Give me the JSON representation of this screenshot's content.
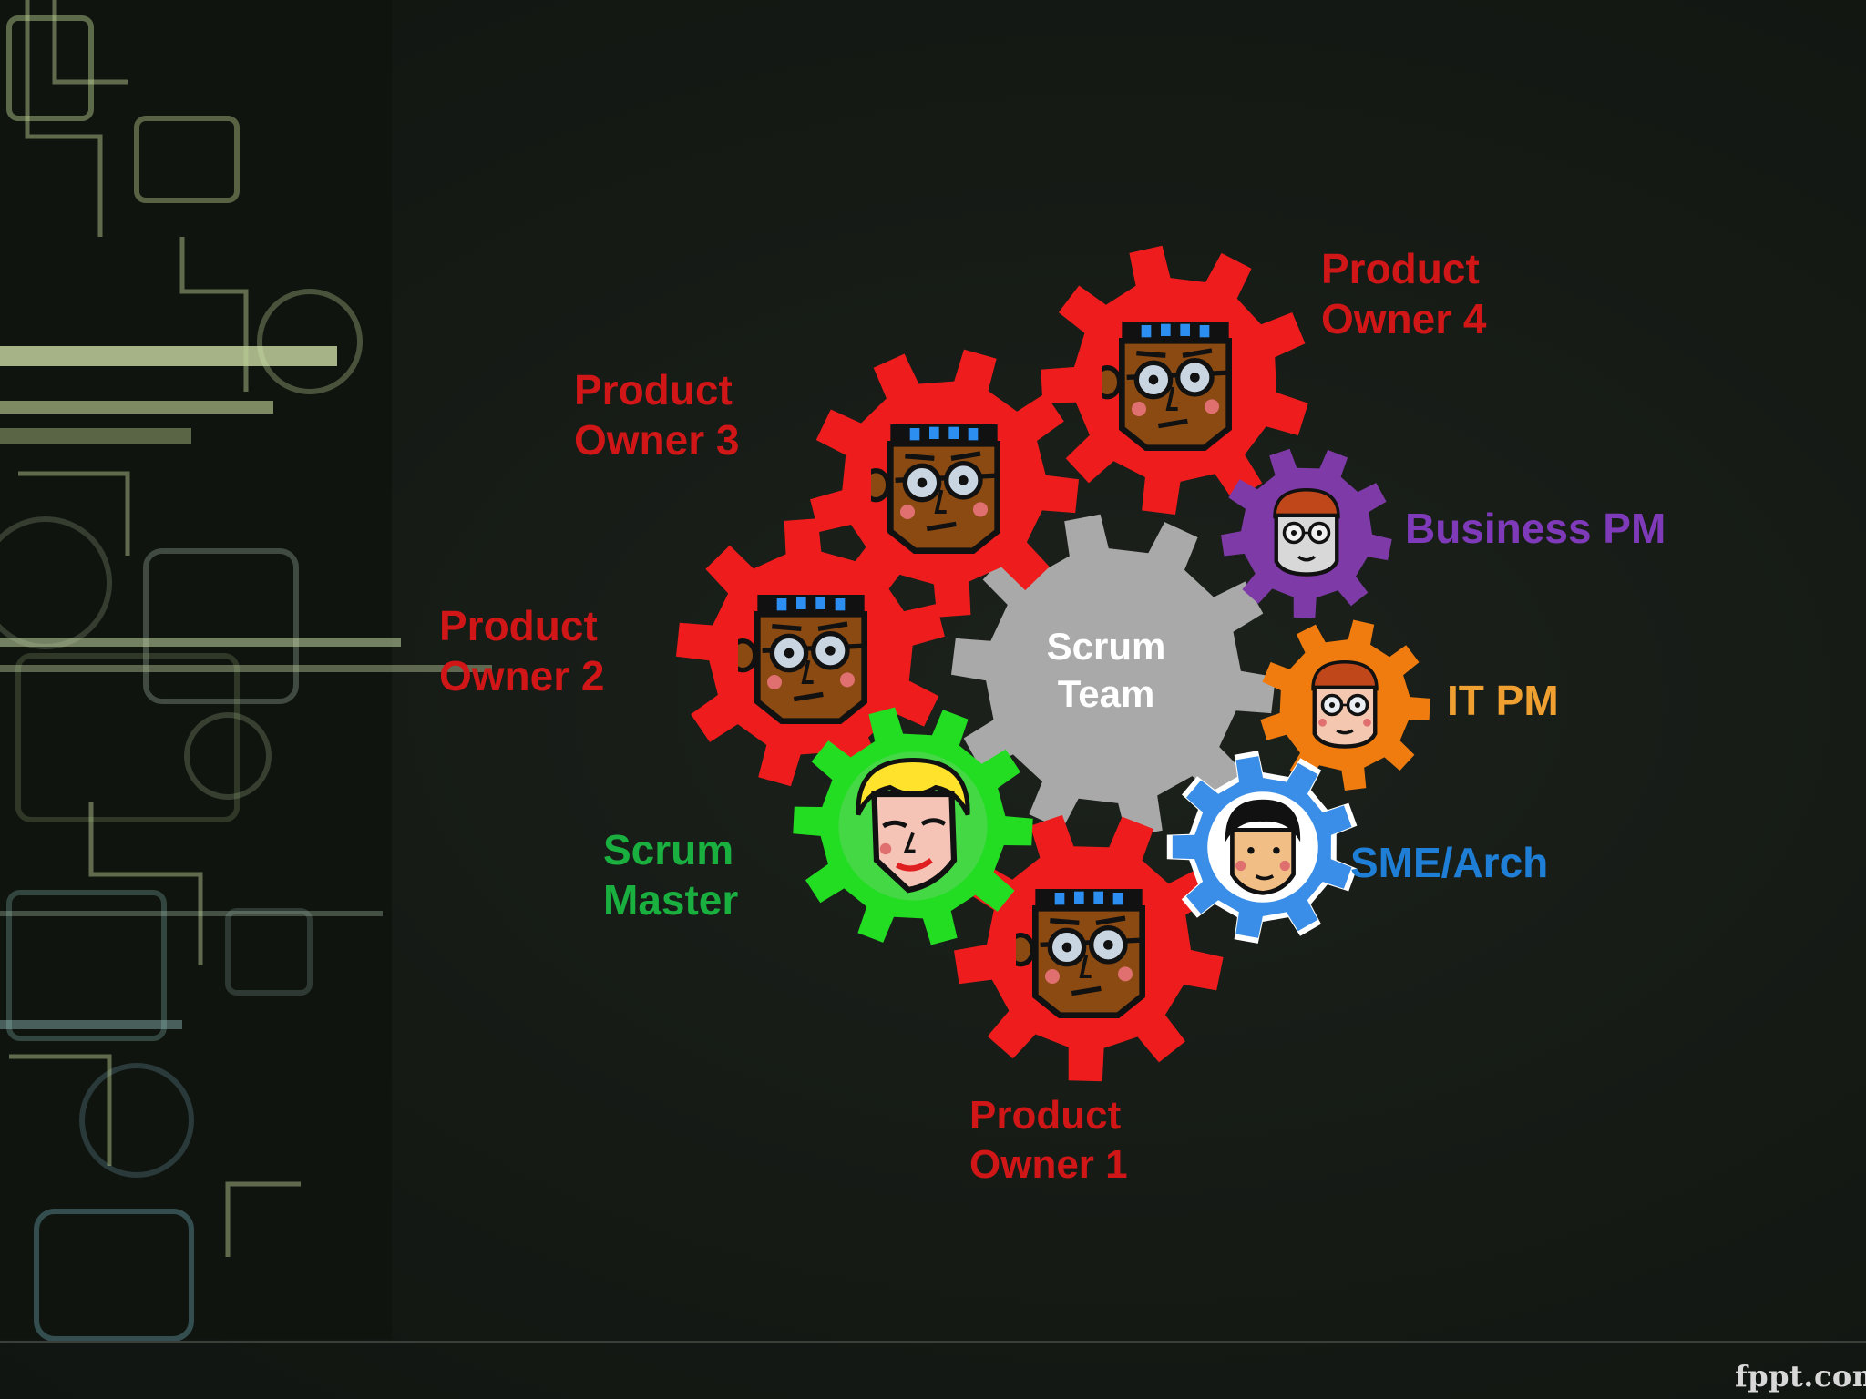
{
  "colors": {
    "product_owner": "#ee1c1c",
    "product_owner_text": "#d01616",
    "scrum_master": "#22dd22",
    "scrum_master_text": "#19b040",
    "scrum_team": "#a9a9a9",
    "business_pm": "#7e3aa6",
    "business_pm_text": "#7e3ab8",
    "it_pm": "#f07c10",
    "it_pm_text": "#f0a030",
    "sme_arch": "#3a8ee8",
    "sme_arch_text": "#1f7fd6",
    "center_text": "#ffffff",
    "watermark_text": "#d8d8d8"
  },
  "center": {
    "label": "Scrum\nTeam"
  },
  "roles": {
    "product_owner_4": "Product\nOwner 4",
    "product_owner_3": "Product\nOwner 3",
    "product_owner_2": "Product\nOwner 2",
    "product_owner_1": "Product\nOwner 1",
    "scrum_master": "Scrum\nMaster",
    "business_pm": "Business PM",
    "it_pm": "IT PM",
    "sme_arch": "SME/Arch"
  },
  "footer": {
    "watermark": "fppt.com"
  }
}
